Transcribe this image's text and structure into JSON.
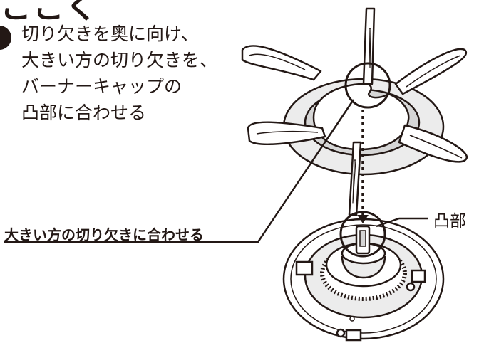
{
  "heading": "ここく",
  "instruction": {
    "lines": [
      "切り欠きを奥に向け、",
      "大きい方の切り欠きを、",
      "バーナーキャップの",
      "凸部に合わせる"
    ]
  },
  "callout_label": "大きい方の切り欠きに合わせる",
  "part_label": "凸部",
  "colors": {
    "line": "#231815",
    "fill_light": "#ececec",
    "fill_mid": "#d6d6d6",
    "paper": "#ffffff"
  }
}
